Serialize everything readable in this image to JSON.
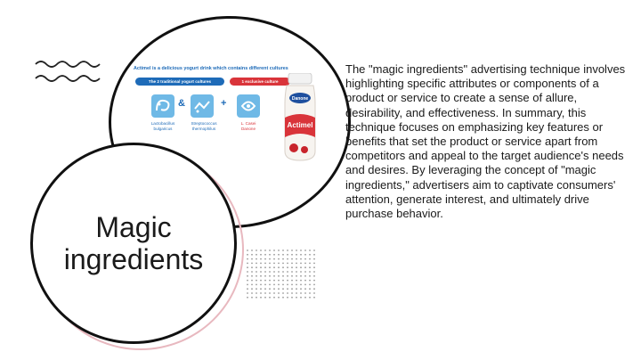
{
  "title": "Magic\ningredients",
  "infographic": {
    "caption": "Actimel is a delicious yogurt drink which contains different cultures",
    "pill_traditional": "The 2 traditional yogurt cultures",
    "pill_exclusive": "1 exclusive culture",
    "ampersand": "&",
    "plus": "+",
    "culture_1": "Lactobacillus\nbulgaricus",
    "culture_2": "Streptococcus\nthermophilus",
    "culture_3": "L. Casei\nDanone",
    "brand_top": "Danone",
    "brand": "Actimel"
  },
  "description": "The \"magic ingredients\" advertising technique involves highlighting specific attributes or components of a product or service to create a sense of allure, desirability, and effectiveness. In summary, this technique focuses on emphasizing key features or benefits that set the product or service apart from competitors and appeal to the target audience's needs and desires. By leveraging the concept of \"magic ingredients,\" advertisers aim to captivate consumers' attention, generate interest, and ultimately drive purchase behavior.",
  "colors": {
    "blue": "#1e6bb8",
    "red": "#d9343a",
    "accent_pink": "#e8b8bf"
  }
}
